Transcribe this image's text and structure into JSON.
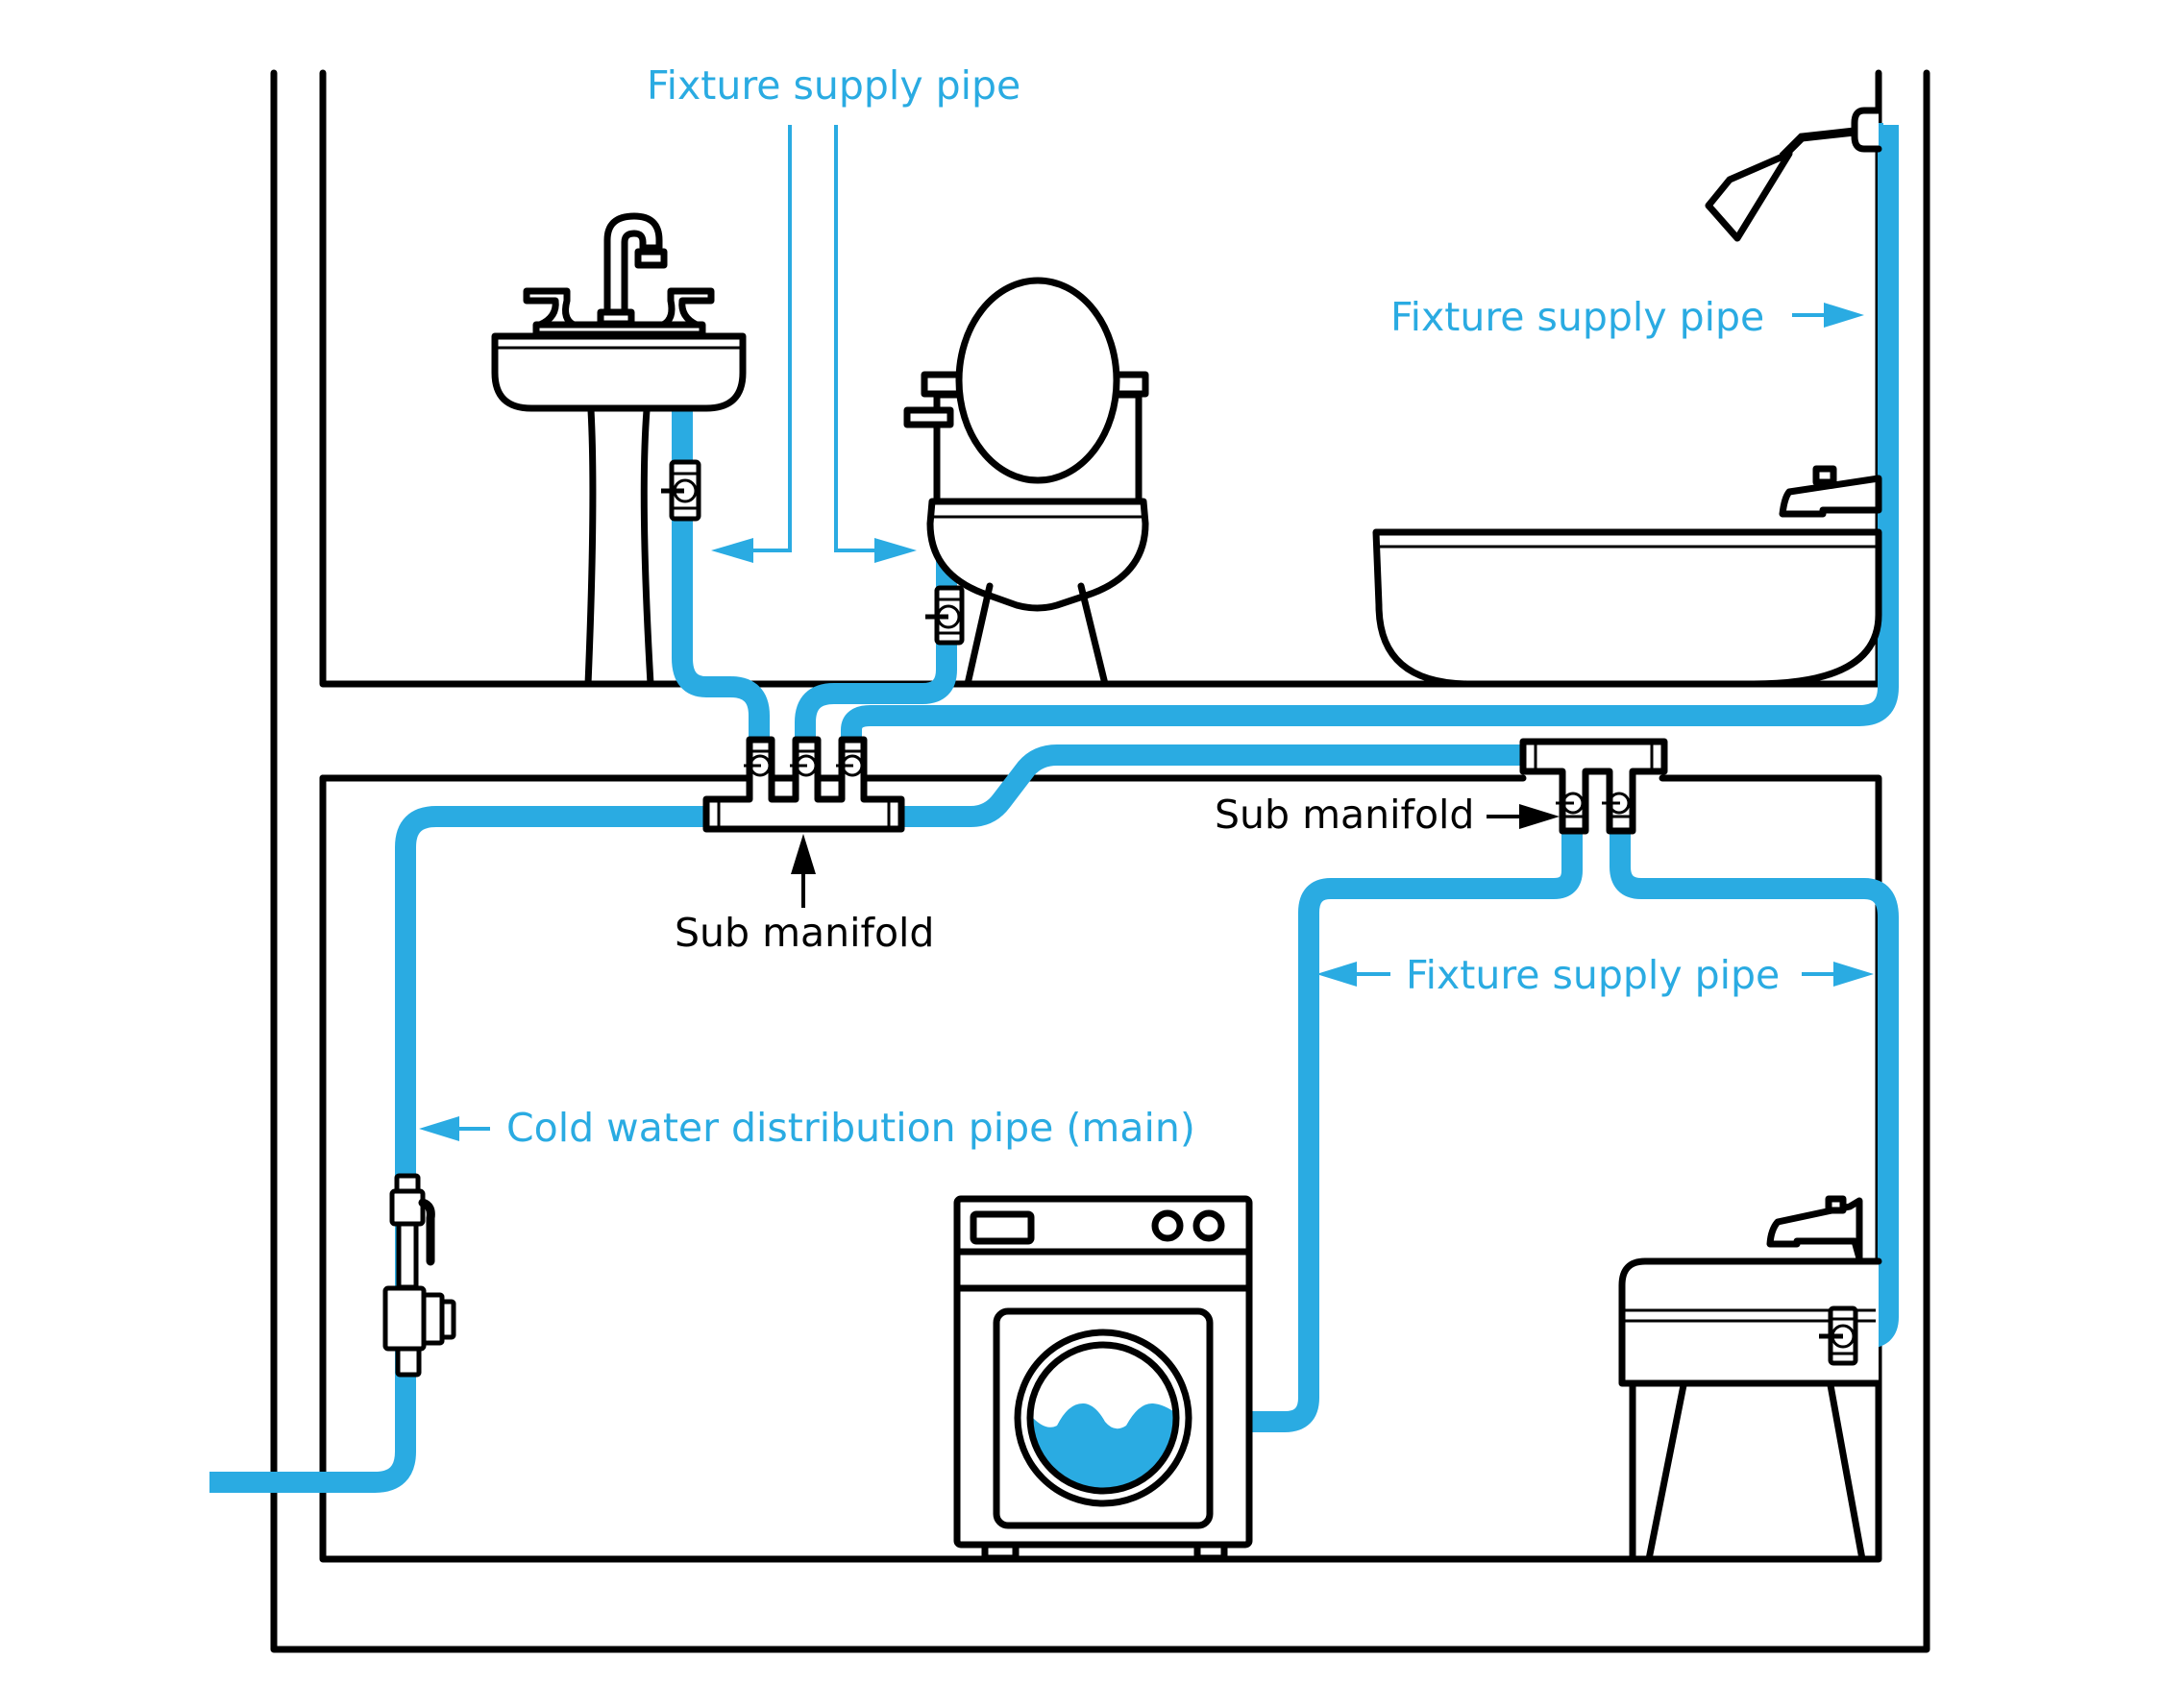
{
  "diagram": {
    "title": "Household cold water supply plumbing",
    "colors": {
      "pipe": "#2aabe2",
      "outline": "#000000",
      "background": "#ffffff"
    },
    "labels": {
      "fixture_supply_top": "Fixture supply pipe",
      "fixture_supply_shower": "Fixture supply pipe",
      "fixture_supply_lower": "Fixture supply pipe",
      "cold_water_main": "Cold water distribution pipe (main)",
      "sub_manifold_left": "Sub manifold",
      "sub_manifold_right": "Sub manifold"
    },
    "fixtures": {
      "upper_floor": [
        "pedestal-sink",
        "toilet",
        "bathtub",
        "shower-head"
      ],
      "lower_floor": [
        "main-shutoff-valve",
        "washing-machine",
        "utility-sink"
      ]
    },
    "manifolds": [
      {
        "name": "left-sub-manifold",
        "outlets": 3
      },
      {
        "name": "right-sub-manifold",
        "outlets": 2
      }
    ]
  }
}
